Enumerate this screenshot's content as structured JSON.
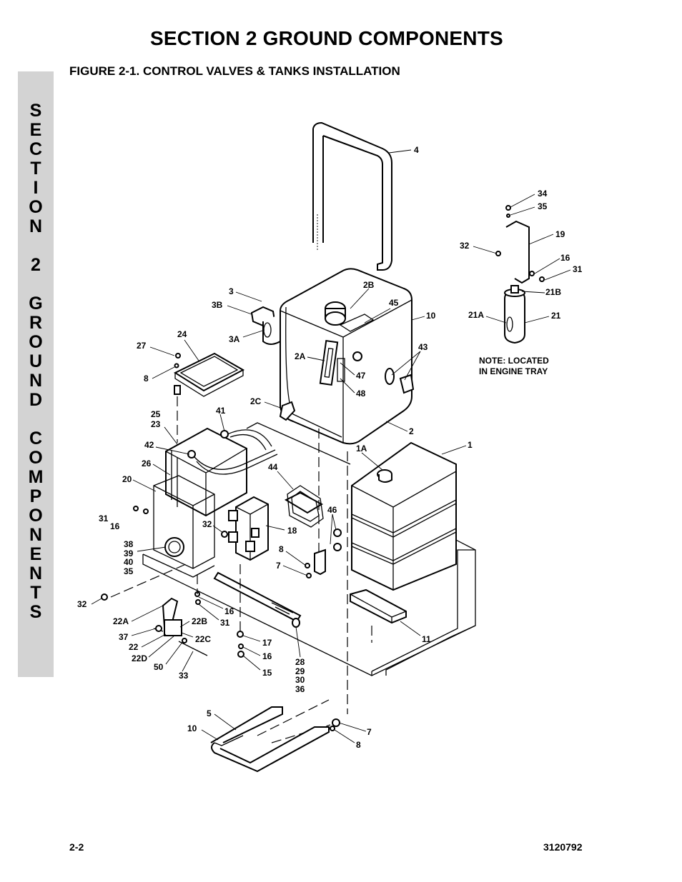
{
  "header": {
    "section_title": "SECTION 2   GROUND COMPONENTS",
    "figure_title": "FIGURE 2-1.    CONTROL VALVES & TANKS INSTALLATION"
  },
  "side_tab": {
    "letters": [
      "S",
      "E",
      "C",
      "T",
      "I",
      "O",
      "N",
      "",
      "2",
      "",
      "G",
      "R",
      "O",
      "U",
      "N",
      "D",
      "",
      "C",
      "O",
      "M",
      "P",
      "O",
      "N",
      "E",
      "N",
      "T",
      "S"
    ]
  },
  "figure": {
    "note": [
      "NOTE:  LOCATED",
      "IN ENGINE TRAY"
    ],
    "callouts": [
      "4",
      "34",
      "35",
      "19",
      "32",
      "16",
      "31",
      "21B",
      "21A",
      "21",
      "3",
      "3B",
      "2B",
      "45",
      "10",
      "3A",
      "43",
      "24",
      "27",
      "8",
      "2A",
      "47",
      "48",
      "2C",
      "25",
      "23",
      "41",
      "2",
      "42",
      "1A",
      "1",
      "26",
      "44",
      "20",
      "46",
      "31",
      "16",
      "32",
      "18",
      "38",
      "39",
      "40",
      "35",
      "8",
      "7",
      "32",
      "16",
      "31",
      "22A",
      "22B",
      "37",
      "22C",
      "22",
      "22D",
      "50",
      "33",
      "17",
      "16",
      "15",
      "11",
      "28",
      "29",
      "30",
      "36",
      "5",
      "10",
      "7",
      "8"
    ]
  },
  "footer": {
    "page": "2-2",
    "doc_number": "3120792"
  }
}
